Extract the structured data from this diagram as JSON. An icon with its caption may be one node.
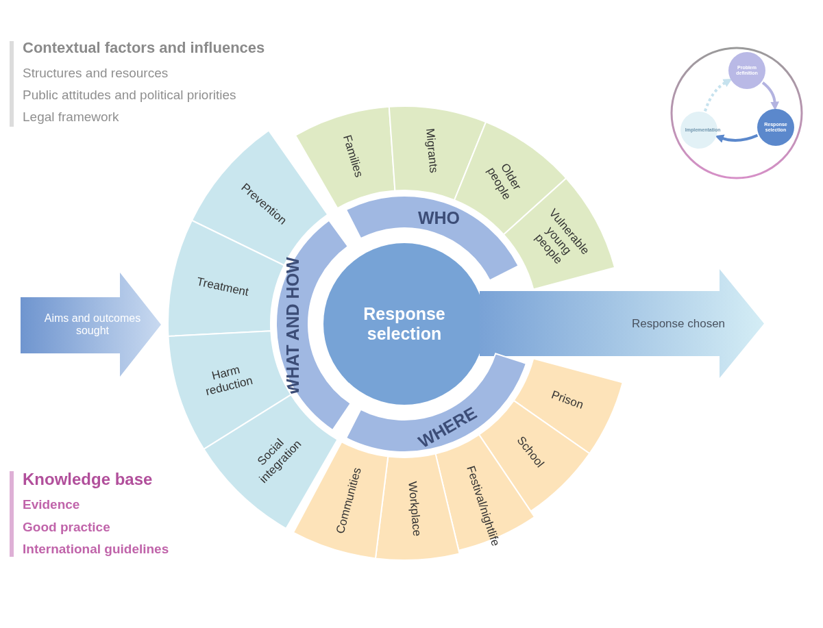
{
  "diagram": {
    "nodes": [
      {
        "text": [
          "Families"
        ]
      },
      {
        "text": [
          "Migrants"
        ]
      },
      {
        "text": [
          "Older people"
        ]
      },
      {
        "text": [
          "Vulnerable young people"
        ]
      },
      {
        "text": [
          "Problem definition"
        ]
      },
      {
        "text": [
          "Response selection"
        ]
      },
      {
        "text": [
          "Implementation"
        ]
      },
      {
        "text": [
          "Prevention"
        ]
      },
      {
        "text": [
          "WHO"
        ]
      },
      {
        "text": [
          "Treatment"
        ]
      },
      {
        "text": [
          "WHAT AND HOW"
        ]
      },
      {
        "text": [
          "Aims and outcomes sought"
        ]
      },
      {
        "text": [
          "Response selection"
        ]
      },
      {
        "text": [
          "Response chosen"
        ]
      },
      {
        "text": [
          "Harm reduction"
        ]
      },
      {
        "text": [
          "Prison"
        ]
      },
      {
        "text": [
          "WHERE"
        ]
      },
      {
        "text": [
          "Social integration"
        ]
      },
      {
        "text": [
          "School"
        ]
      },
      {
        "text": [
          "Festival/nightlife"
        ]
      },
      {
        "text": [
          "Workplace"
        ]
      },
      {
        "text": [
          "Communities"
        ]
      }
    ],
    "edges": [
      {
        "from": 4,
        "to": 5,
        "arrow": "to",
        "color": "#b3b3e0"
      },
      {
        "from": 5,
        "to": 6,
        "arrow": "to",
        "color": "#5b88cc"
      },
      {
        "from": 6,
        "to": 4,
        "arrow": "to",
        "style": "dashed",
        "color": "#c6e2ee"
      }
    ],
    "labels": [
      "Contextual factors and influences",
      "Structures and resources",
      "Public attitudes and political priorities",
      "Legal framework",
      "Knowledge base",
      "Evidence",
      "Good practice",
      "International guidelines"
    ]
  }
}
